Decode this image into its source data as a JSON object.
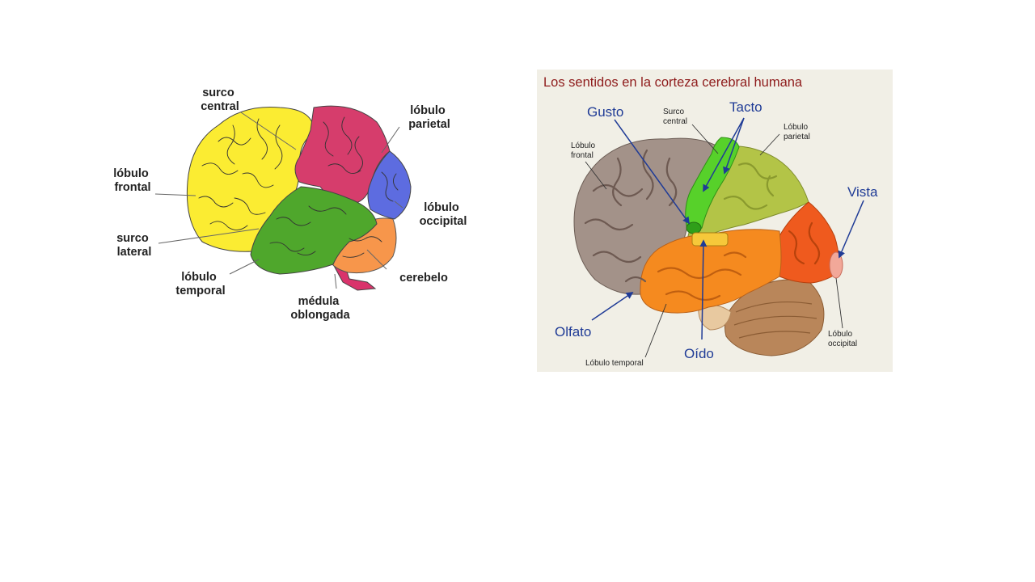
{
  "left_diagram": {
    "labels": {
      "surco_central": [
        "surco",
        "central"
      ],
      "lobulo_parietal": [
        "lóbulo",
        "parietal"
      ],
      "lobulo_frontal": [
        "lóbulo",
        "frontal"
      ],
      "lobulo_occipital": [
        "lóbulo",
        "occipital"
      ],
      "surco_lateral": [
        "surco",
        "lateral"
      ],
      "lobulo_temporal": [
        "lóbulo",
        "temporal"
      ],
      "cerebelo": [
        "cerebelo"
      ],
      "medula_oblongada": [
        "médula",
        "oblongada"
      ]
    },
    "colors": {
      "frontal": "#fbec32",
      "parietal": "#d63d6c",
      "occipital": "#5d6ce0",
      "temporal": "#4fa72c",
      "cerebelo": "#f7964b",
      "medula": "#d9336b"
    }
  },
  "right_diagram": {
    "title": "Los sentidos en la corteza cerebral humana",
    "senses": {
      "gusto": "Gusto",
      "tacto": "Tacto",
      "vista": "Vista",
      "olfato": "Olfato",
      "oido": "Oído"
    },
    "labels": {
      "surco_central": [
        "Surco",
        "central"
      ],
      "lobulo_frontal": [
        "Lóbulo",
        "frontal"
      ],
      "lobulo_parietal": [
        "Lóbulo",
        "parietal"
      ],
      "lobulo_occipital": [
        "Lóbulo",
        "occipital"
      ],
      "lobulo_temporal": "Lóbulo temporal"
    },
    "colors": {
      "title": "#8e1b1b",
      "sense_label": "#1f3b96",
      "frontal": "#a39289",
      "parietal": "#b3c447",
      "occipital": "#ef5a1e",
      "temporal": "#f58a1f",
      "tacto_strip": "#57d12a",
      "oido_area": "#f6c83a",
      "vista_area": "#f2a899",
      "cerebelo": "#b9865a"
    }
  }
}
